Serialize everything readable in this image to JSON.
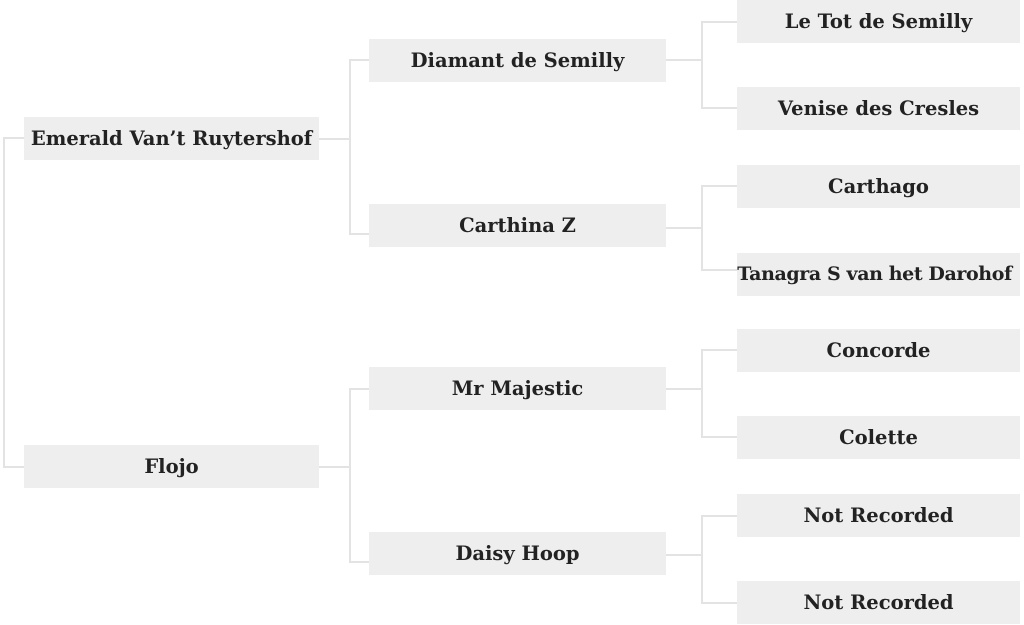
{
  "pedigree": {
    "sire": {
      "name": "Emerald Van’t Ruytershof",
      "sire": {
        "name": "Diamant de Semilly",
        "sire": {
          "name": "Le Tot de Semilly"
        },
        "dam": {
          "name": "Venise des Cresles"
        }
      },
      "dam": {
        "name": "Carthina Z",
        "sire": {
          "name": "Carthago"
        },
        "dam": {
          "name": "Tanagra S van het Darohof"
        }
      }
    },
    "dam": {
      "name": "Flojo",
      "sire": {
        "name": "Mr Majestic",
        "sire": {
          "name": "Concorde"
        },
        "dam": {
          "name": "Colette"
        }
      },
      "dam": {
        "name": "Daisy Hoop",
        "sire": {
          "name": "Not Recorded"
        },
        "dam": {
          "name": "Not Recorded"
        }
      }
    }
  },
  "colors": {
    "node_background": "#eeeeee",
    "connector": "#e3e3e3",
    "text": "#222222"
  }
}
